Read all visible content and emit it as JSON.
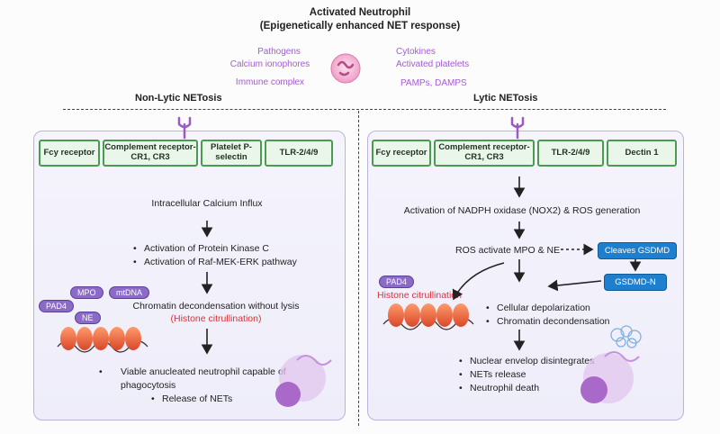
{
  "header": {
    "title": "Activated Neutrophil",
    "subtitle": "(Epigenetically enhanced NET response)"
  },
  "stimuli": {
    "left": [
      "Pathogens",
      "Calcium ionophores",
      "Immune complex"
    ],
    "right": [
      "Cytokines",
      "Activated platelets",
      "PAMPs, DAMPS"
    ]
  },
  "non_lytic": {
    "title": "Non-Lytic NETosis",
    "receptors": [
      "Fcy receptor",
      "Complement receptor- CR1, CR3",
      "Platelet P-selectin",
      "TLR-2/4/9"
    ],
    "step1": "Intracellular Calcium Influx",
    "step2": [
      "Activation of Protein Kinase C",
      "Activation of Raf-MEK-ERK pathway"
    ],
    "step3": "Chromatin decondensation without lysis",
    "step3_note": "(Histone citrullination)",
    "enzymes": [
      "MPO",
      "mtDNA",
      "PAD4",
      "NE"
    ],
    "outcome": [
      "Viable anucleated neutrophil capable of phagocytosis",
      "Release of NETs"
    ]
  },
  "lytic": {
    "title": "Lytic NETosis",
    "receptors": [
      "Fcy receptor",
      "Complement receptor- CR1, CR3",
      "TLR-2/4/9",
      "Dectin 1"
    ],
    "step1": "Activation of NADPH oxidase (NOX2) & ROS generation",
    "step2": "ROS activate MPO & NE",
    "gsdmd": [
      "Cleaves GSDMD",
      "GSDMD-N"
    ],
    "pad4": "PAD4",
    "pad4_note": "Histone citrullination",
    "step3": [
      "Cellular depolarization",
      "Chromatin decondensation"
    ],
    "outcome": [
      "Nuclear envelop disintegrates",
      "NETs release",
      "Neutrophil death"
    ]
  },
  "colors": {
    "receptor_border": "#4a9a4f",
    "panel_border": "#b9b3e0",
    "accent_purple": "#a45bd6",
    "highlight_red": "#d8323a",
    "gsdmd_blue": "#1f7fcf"
  }
}
